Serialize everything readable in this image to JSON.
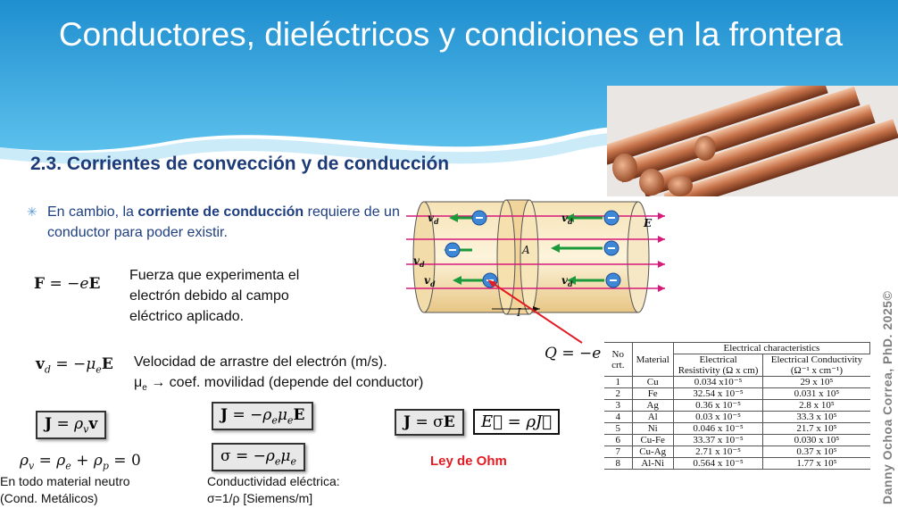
{
  "slide": {
    "title": "Conductores, dieléctricos y condiciones en la frontera",
    "subtitle": "2.3. Corrientes de convección y de conducción",
    "bullet": {
      "prefix": "En cambio, la ",
      "bold": "corriente de conducción",
      "suffix": " requiere de un conductor para poder existir."
    },
    "eq_force": "F = −eE",
    "desc_force": "Fuerza que experimenta el electrón debido al campo eléctrico aplicado.",
    "eq_drift": "v_d = −μ_e E",
    "desc_drift_1": "Velocidad de arrastre del electrón (m/s).",
    "desc_drift_2": "μe → coef. movilidad (depende del conductor)",
    "eq_j_conv": "J = ρ_v v",
    "eq_rho": "ρv = ρe + ρp = 0",
    "note_neutral_1": "En todo material neutro",
    "note_neutral_2": "(Cond. Metálicos)",
    "eq_j_cond": "J = −ρe μe E",
    "eq_sigma": "σ = −ρe μe",
    "note_sigma_1": "Conductividad eléctrica:",
    "note_sigma_2": "σ=1/ρ [Siemens/m]",
    "eq_ohm": "J = σE",
    "eq_ohm2": "E = ρJ",
    "ohm_label": "Ley de Ohm",
    "charge_label": "Q = −e",
    "copyright": "Danny Ochoa Correa, PhD. 2025©"
  },
  "diagram": {
    "vd_label": "v",
    "vd_sub": "d",
    "area_label": "A",
    "current_label": "I",
    "field_label": "E"
  },
  "table": {
    "super_header": "Electrical characteristics",
    "headers": [
      "No crt.",
      "Material",
      "Electrical Resistivity (Ω x cm)",
      "Electrical Conductivity (Ω⁻¹ x cm⁻¹)"
    ],
    "rows": [
      [
        "1",
        "Cu",
        "0.034 x10⁻⁵",
        "29 x 10⁵"
      ],
      [
        "2",
        "Fe",
        "32.54 x 10⁻⁵",
        "0.031 x 10⁵"
      ],
      [
        "3",
        "Ag",
        "0.36 x 10⁻⁵",
        "2.8 x 10⁵"
      ],
      [
        "4",
        "Al",
        "0.03 x 10⁻⁵",
        "33.3 x 10⁵"
      ],
      [
        "5",
        "Ni",
        "0.046 x 10⁻⁵",
        "21.7 x 10⁵"
      ],
      [
        "6",
        "Cu-Fe",
        "33.37 x 10⁻⁵",
        "0.030 x 10⁵"
      ],
      [
        "7",
        "Cu-Ag",
        "2.71 x 10⁻⁵",
        "0.37 x 10⁵"
      ],
      [
        "8",
        "Al-Ni",
        "0.564 x 10⁻⁵",
        "1.77 x 10⁵"
      ]
    ]
  },
  "colors": {
    "title_wave": "#3aa0d8",
    "subtitle": "#1d3b78",
    "ohm_red": "#e31b23",
    "arrow_green": "#1a9a3a",
    "field_line": "#d6197a"
  }
}
